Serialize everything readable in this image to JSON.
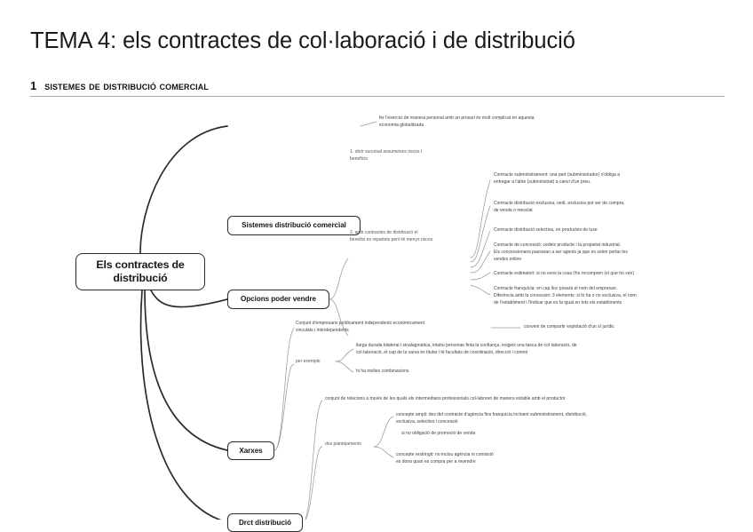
{
  "document": {
    "title": "TEMA 4: els contractes de col·laboració i de distribució",
    "section_number": "1",
    "section_title": "Sistemes de distribució comercial"
  },
  "mindmap": {
    "root": "Els contractes de distribució",
    "branches": {
      "sistemes": {
        "label": "Sistemes distribució comercial",
        "note": "fer l'exercici de manera personal amb un prosari és molt complicat en aquesta\neconomia globalitzada"
      },
      "opcions": {
        "label": "Opcions poder vendre",
        "option1": "1. obrir sucursal assumeixes riscos i\nbeneficis",
        "option2": "2. amb contractes de distribució el\nbenefici es reparteix però té menys riscos",
        "contracts": [
          "Contracte subministrament: una part (subministrador) s'obliga a\nentregar a l'altre (subministrat) a canvi d'un preu.",
          "Contracte distribució exclusiva, oedi. exclusiva pot ser de compra,\nde venda o mesclat",
          "Contracte distribució selectiva, en productes de luxe",
          "Contracte de concessió: cedeix producte i la propietat industrial.\nEls concessionaris passaran a ser agents ja que es solen portar les\nvendes online",
          "Contracte estimatori: si no vens la cosa t'ho recompren (el que ho ven)",
          "Contracte franquícia: en cap lloc posarà el nom del empresari.\nDiferència amb la concessió: 3 elements: si hi ha o no exclusiva, el nom\nde l'establiment i l'indicar que es fa igual en tots els establiments"
        ]
      },
      "xarxes": {
        "label": "Xarxes",
        "definition": "Conjunt d'empresaris jurídicament independents econòmicament\nvinculats i interdependents",
        "definition_note": "conveni de compartir explotació d'un sí jurídic",
        "examples_label": "per exemple",
        "example1": "llarga durada bilateral i sinalagmàtica, intuitu personae finta la confiança, exigeix una tasca de col·laboració, de\ncol·laboració, el cap de la xarxa és titular i té facultats de coordinació, direcció i control",
        "example2": "hi ha moltes combinacions"
      },
      "dret": {
        "label": "Drct distribució",
        "definition": "conjunt de relacions a través de les quals els intermediaris professionals col·laboren de manera estable amb el productor",
        "approaches_label": "dos plantejaments",
        "approach1_main": "concepte ampli: des del contracte d'agència fins franquícia incloent subministrament, distribució,\nexclusiva, selectiva i concessió",
        "approach1_sub": "si no obligació de promoció de venda",
        "approach2": "concepte restringit: no inclou agència ni comissió\nes dona quan es compra per a revendre"
      }
    }
  }
}
